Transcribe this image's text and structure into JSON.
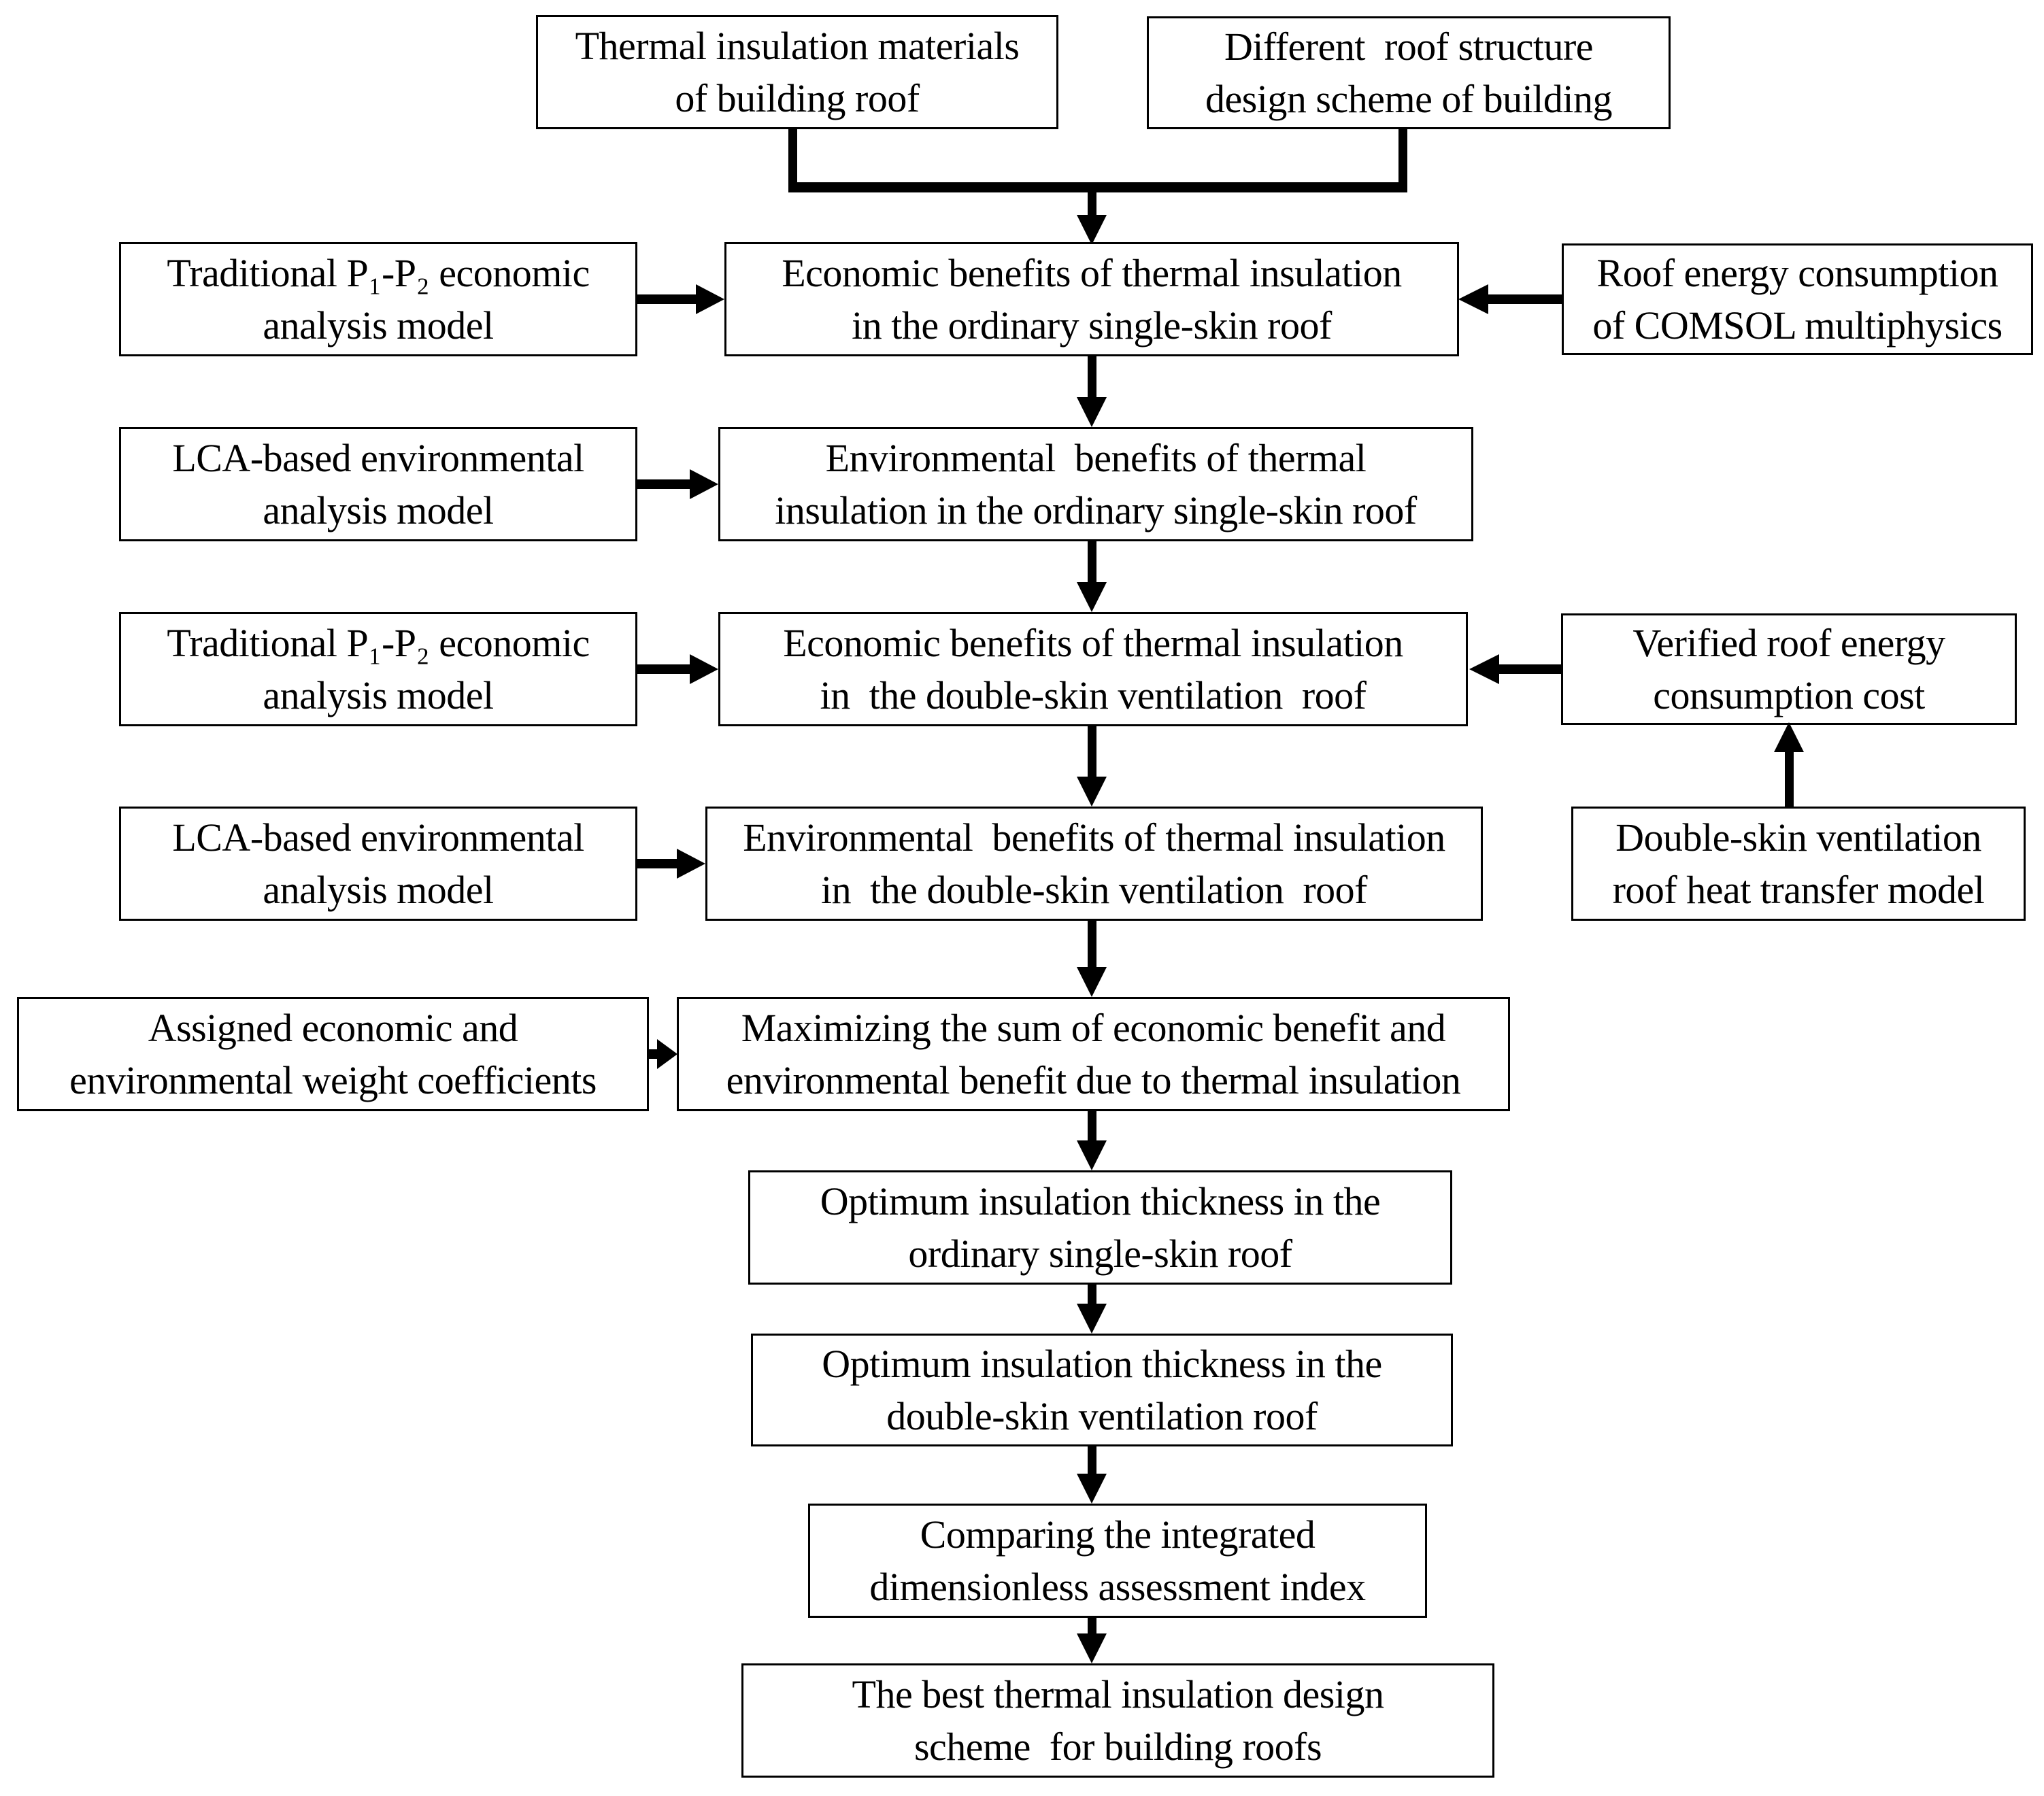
{
  "diagram": {
    "title": "Thermal insulation design methodology flowchart",
    "background_color": "#ffffff",
    "line_color": "#000000",
    "nodes": {
      "thermal_materials": {
        "line1": "Thermal insulation materials",
        "line2": "of building roof"
      },
      "roof_structure": {
        "line1": "Different  roof structure",
        "line2": "design scheme of building"
      },
      "p1p2_model_top": {
        "line1": "Traditional P₁-P₂ economic",
        "line2": "analysis model"
      },
      "economic_single": {
        "line1": "Economic benefits of thermal insulation",
        "line2": "in the ordinary single-skin roof"
      },
      "comsol": {
        "line1": "Roof energy consumption",
        "line2": "of COMSOL multiphysics"
      },
      "lca_model_top": {
        "line1": "LCA-based environmental",
        "line2": "analysis model"
      },
      "environmental_single": {
        "line1": "Environmental  benefits of thermal",
        "line2": "insulation in the ordinary single-skin roof"
      },
      "p1p2_model_bottom": {
        "line1": "Traditional P₁-P₂ economic",
        "line2": "analysis model"
      },
      "economic_double": {
        "line1": "Economic benefits of thermal insulation",
        "line2": "in  the double-skin ventilation  roof"
      },
      "verified_cost": {
        "line1": "Verified roof energy",
        "line2": "consumption cost"
      },
      "lca_model_bottom": {
        "line1": "LCA-based environmental",
        "line2": "analysis model"
      },
      "environmental_double": {
        "line1": "Environmental  benefits of thermal insulation",
        "line2": "in  the double-skin ventilation  roof"
      },
      "heat_transfer": {
        "line1": "Double-skin ventilation",
        "line2": "roof heat transfer model"
      },
      "weights": {
        "line1": "Assigned economic and",
        "line2": "environmental weight coefficients"
      },
      "maximizing": {
        "line1": "Maximizing the sum of economic benefit and",
        "line2": "environmental benefit due to thermal insulation"
      },
      "optimum_single": {
        "line1": "Optimum insulation thickness in the",
        "line2": "ordinary single-skin roof"
      },
      "optimum_double": {
        "line1": "Optimum insulation thickness in the",
        "line2": "double-skin ventilation roof"
      },
      "comparing": {
        "line1": "Comparing the integrated",
        "line2": "dimensionless assessment index"
      },
      "best_scheme": {
        "line1": "The best thermal insulation design",
        "line2": "scheme  for building roofs"
      }
    },
    "arrows": [
      {
        "from": "thermal_materials",
        "to": "economic_single",
        "via": "merge-junction"
      },
      {
        "from": "roof_structure",
        "to": "economic_single",
        "via": "merge-junction"
      },
      {
        "from": "p1p2_model_top",
        "to": "economic_single",
        "direction": "right"
      },
      {
        "from": "comsol",
        "to": "economic_single",
        "direction": "left"
      },
      {
        "from": "economic_single",
        "to": "environmental_single",
        "direction": "down"
      },
      {
        "from": "lca_model_top",
        "to": "environmental_single",
        "direction": "right"
      },
      {
        "from": "environmental_single",
        "to": "economic_double",
        "direction": "down"
      },
      {
        "from": "p1p2_model_bottom",
        "to": "economic_double",
        "direction": "right"
      },
      {
        "from": "verified_cost",
        "to": "economic_double",
        "direction": "left"
      },
      {
        "from": "heat_transfer",
        "to": "verified_cost",
        "direction": "up"
      },
      {
        "from": "economic_double",
        "to": "environmental_double",
        "direction": "down"
      },
      {
        "from": "lca_model_bottom",
        "to": "environmental_double",
        "direction": "right"
      },
      {
        "from": "environmental_double",
        "to": "maximizing",
        "direction": "down"
      },
      {
        "from": "weights",
        "to": "maximizing",
        "direction": "right"
      },
      {
        "from": "maximizing",
        "to": "optimum_single",
        "direction": "down"
      },
      {
        "from": "optimum_single",
        "to": "optimum_double",
        "direction": "down"
      },
      {
        "from": "optimum_double",
        "to": "comparing",
        "direction": "down"
      },
      {
        "from": "comparing",
        "to": "best_scheme",
        "direction": "down"
      }
    ]
  }
}
